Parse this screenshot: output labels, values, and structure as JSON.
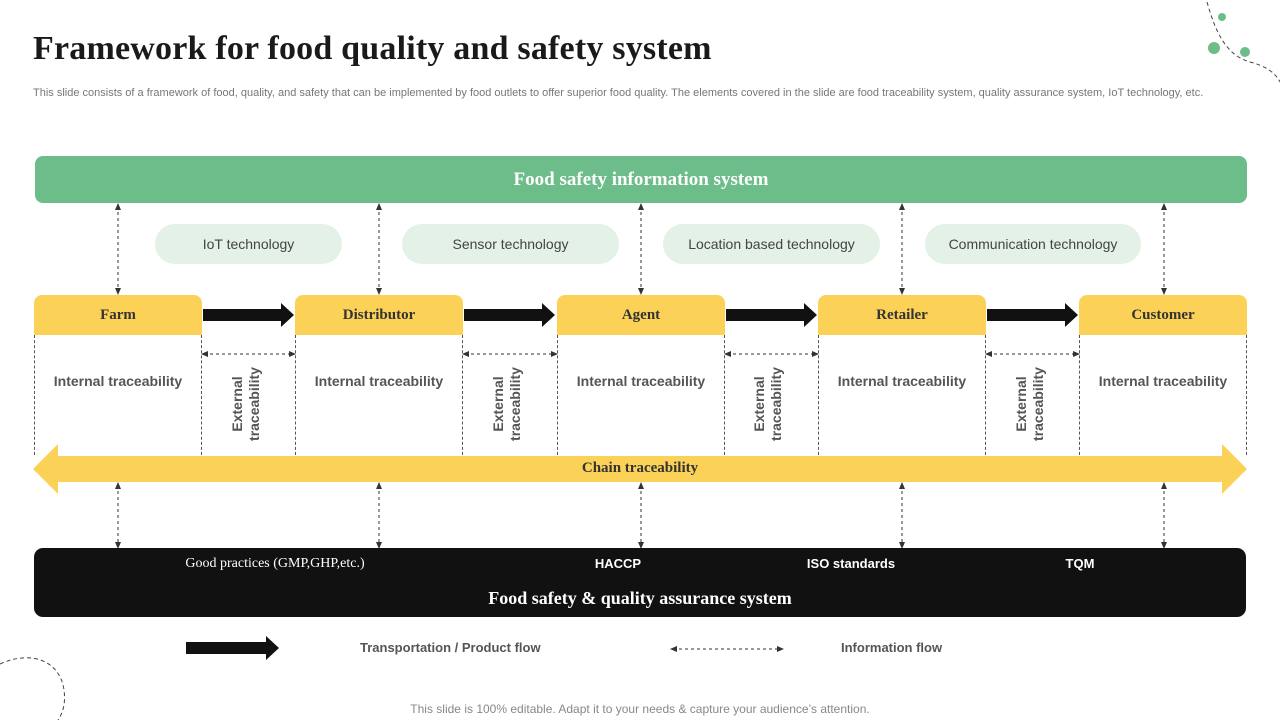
{
  "slide": {
    "title": "Framework for food quality and safety system",
    "subtitle": "This slide consists of a framework of food, quality, and safety that can be implemented by food outlets to offer superior food quality. The elements covered in the slide are food traceability system, quality assurance system, IoT technology, etc.",
    "footer": "This slide is 100% editable. Adapt it to your needs & capture your audience’s attention."
  },
  "info_system": {
    "title": "Food safety information system",
    "color": "#6dbd8a"
  },
  "technologies": [
    "IoT technology",
    "Sensor technology",
    "Location based technology",
    "Communication technology"
  ],
  "stages": [
    {
      "name": "Farm",
      "internal": "Internal traceability"
    },
    {
      "name": "Distributor",
      "internal": "Internal traceability"
    },
    {
      "name": "Agent",
      "internal": "Internal traceability"
    },
    {
      "name": "Retailer",
      "internal": "Internal traceability"
    },
    {
      "name": "Customer",
      "internal": "Internal traceability"
    }
  ],
  "external_trace": [
    "External traceability",
    "External traceability",
    "External traceability",
    "External traceability"
  ],
  "chain": {
    "label": "Chain traceability",
    "color": "#fbd257"
  },
  "quality_assurance": {
    "title": "Food safety & quality assurance system",
    "items": [
      "Good practices (GMP,GHP,etc.)",
      "HACCP",
      "ISO standards",
      "TQM"
    ]
  },
  "legend": {
    "product_flow": "Transportation / Product flow",
    "info_flow": "Information flow"
  }
}
